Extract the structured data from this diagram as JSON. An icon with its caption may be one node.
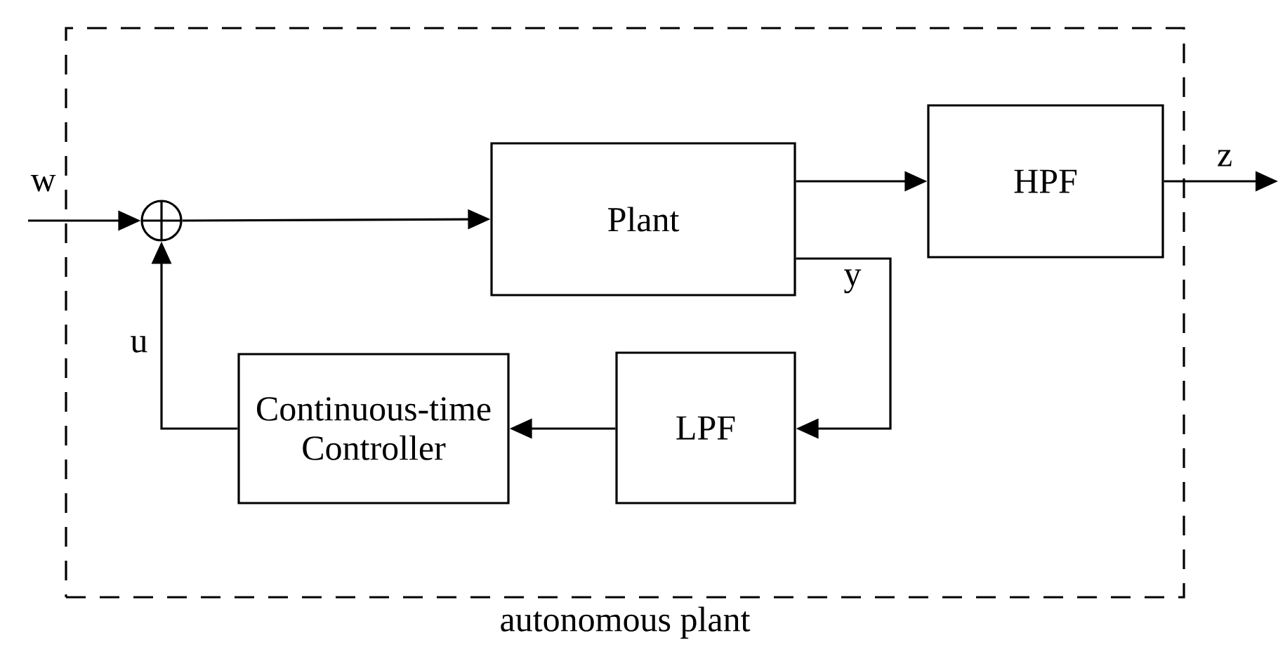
{
  "diagram": {
    "nodes": [
      {
        "text": [
          "autonomous plant"
        ]
      },
      {
        "text": [],
        "shape": "circle",
        "in": 0
      },
      {
        "text": [
          "Plant"
        ],
        "in": 0
      },
      {
        "text": [
          "HPF"
        ],
        "in": 0
      },
      {
        "text": [
          "LPF"
        ],
        "in": 0
      },
      {
        "text": [
          "Continuous-time Controller"
        ],
        "in": 0
      }
    ],
    "edges": [
      {
        "from": null,
        "to": 1,
        "arrow": "to",
        "label": "w"
      },
      {
        "from": 1,
        "to": 2,
        "arrow": "to"
      },
      {
        "from": 2,
        "to": 3,
        "arrow": "to"
      },
      {
        "from": 3,
        "to": null,
        "arrow": "to",
        "label": "z"
      },
      {
        "from": 2,
        "to": 4,
        "arrow": "to",
        "label": "y"
      },
      {
        "from": 4,
        "to": 5,
        "arrow": "to"
      },
      {
        "from": 5,
        "to": 1,
        "arrow": "to",
        "label": "u"
      }
    ]
  }
}
